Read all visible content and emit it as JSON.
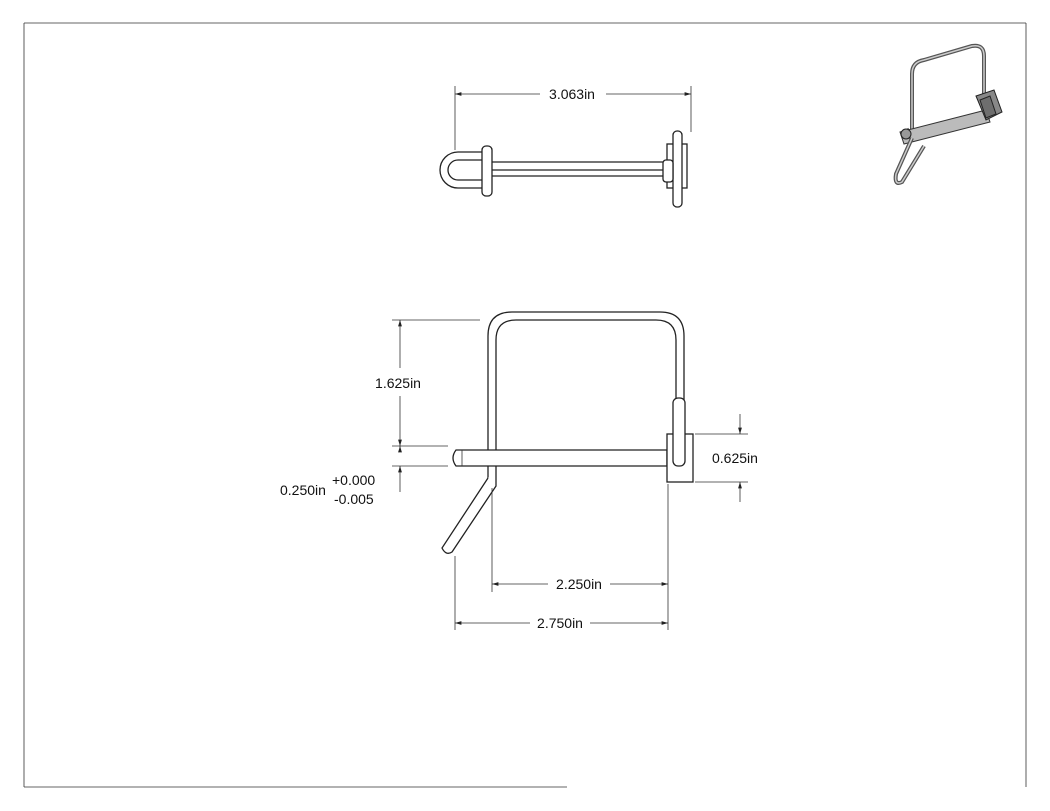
{
  "dimensions": {
    "top_width": "3.063in",
    "height": "1.625in",
    "pin_diameter": "0.250in",
    "tol_plus": "+0.000",
    "tol_minus": "-0.005",
    "head_height": "0.625in",
    "inner_length": "2.250in",
    "total_length": "2.750in"
  },
  "colors": {
    "line": "#222222",
    "background": "#ffffff",
    "iso_body": "#6e6e6e"
  }
}
